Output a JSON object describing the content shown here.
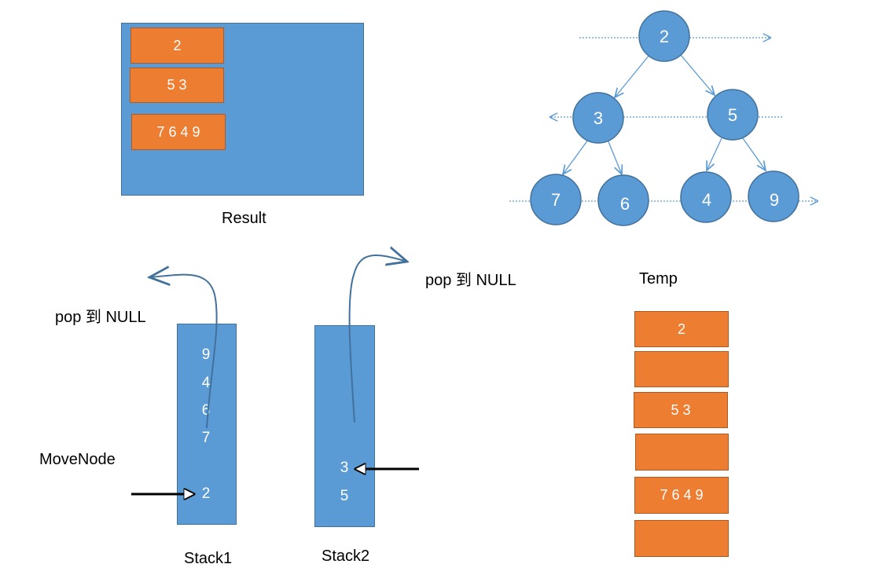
{
  "result": {
    "label": "Result",
    "rows": [
      "2",
      "5 3",
      "7 6 4 9"
    ]
  },
  "tree": {
    "root": "2",
    "level1": [
      "3",
      "5"
    ],
    "level2": [
      "7",
      "6",
      "4",
      "9"
    ]
  },
  "stack1": {
    "label": "Stack1",
    "values": [
      "9",
      "4",
      "6",
      "7",
      "2"
    ],
    "pop_note": "pop 到 NULL",
    "pointer_label": "MoveNode"
  },
  "stack2": {
    "label": "Stack2",
    "values": [
      "3",
      "5"
    ],
    "pop_note": "pop 到  NULL"
  },
  "temp": {
    "label": "Temp",
    "rows": [
      "2",
      "",
      "5 3",
      "",
      "7 6 4 9",
      ""
    ]
  },
  "colors": {
    "blue_fill": "#5b9bd5",
    "blue_border": "#41719c",
    "orange_fill": "#ed7d31",
    "arrow_line": "#4a7ab0"
  }
}
